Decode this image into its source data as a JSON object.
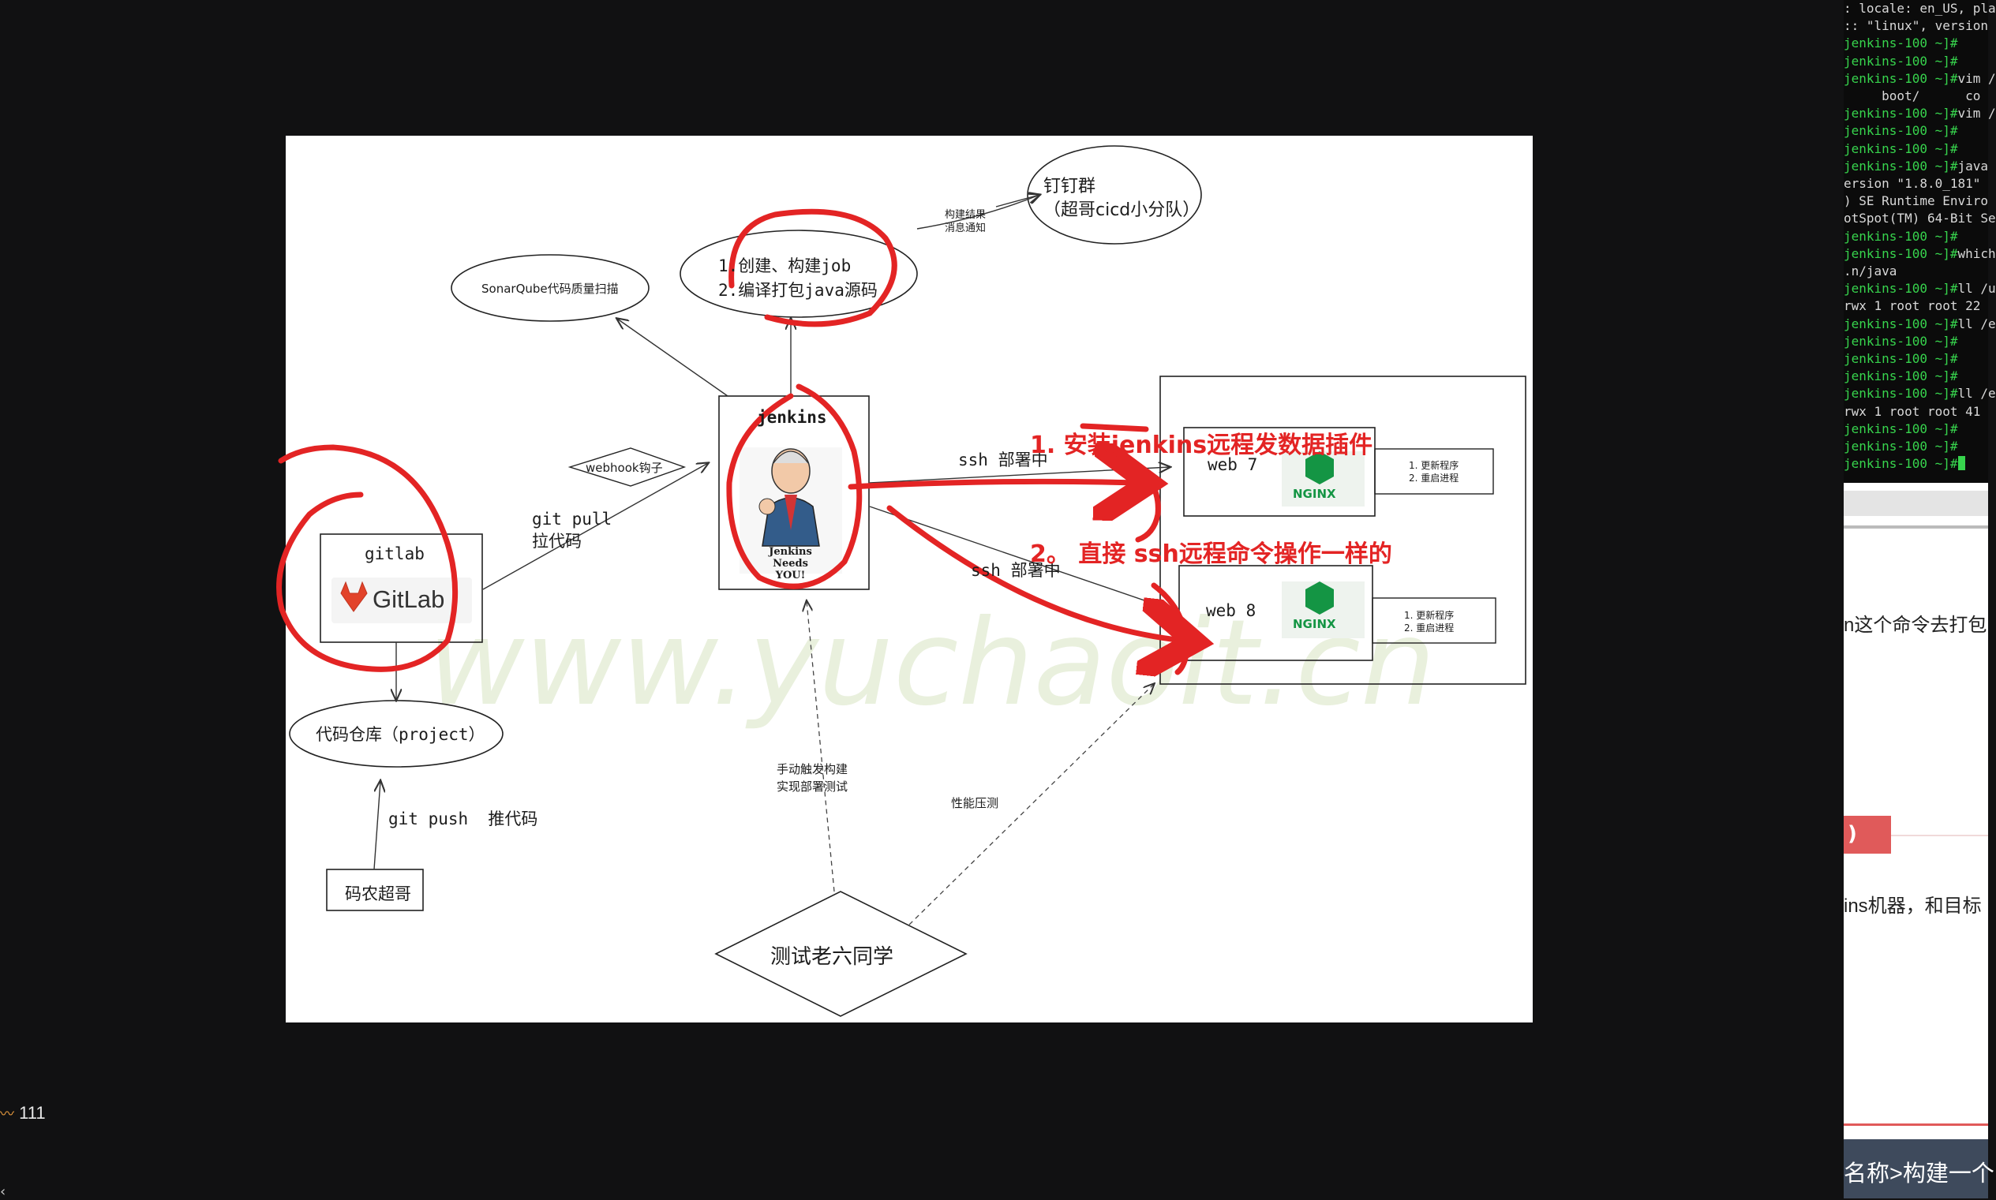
{
  "diagram": {
    "nodes": {
      "dingtalk": {
        "line1": "钉钉群",
        "line2": "（超哥cicd小分队）"
      },
      "build_tasks": {
        "line1": "1.创建、构建job",
        "line2": "2.编译打包java源码"
      },
      "sonarqube": "SonarQube代码质量扫描",
      "jenkins": {
        "title": "jenkins",
        "badge": "Jenkins\nNeeds YOU!"
      },
      "gitlab": {
        "title": "gitlab",
        "logo_text": "GitLab"
      },
      "repo": "代码仓库（project）",
      "developer": "码农超哥",
      "tester": "测试老六同学",
      "web7": {
        "label": "web 7",
        "logo": "NGINX",
        "task1": "1. 更新程序",
        "task2": "2. 重启进程"
      },
      "web8": {
        "label": "web 8",
        "logo": "NGINX",
        "task1": "1. 更新程序",
        "task2": "2. 重启进程"
      }
    },
    "edges": {
      "notify": {
        "line1": "构建结果",
        "line2": "消息通知"
      },
      "webhook": "webhook钩子",
      "git_pull": {
        "line1": "git pull",
        "line2": "拉代码"
      },
      "git_push": "git push  推代码",
      "ssh_deploy_1": "ssh 部署中",
      "ssh_deploy_2": "ssh 部署中",
      "manual_trigger": {
        "line1": "手动触发构建",
        "line2": "实现部署测试"
      },
      "load_test": "性能压测"
    },
    "annotation": {
      "line1": "1. 安装jenkins远程发数据插件",
      "line2": "2。 直接 ssh远程命令操作一样的"
    },
    "watermark": "www.yuchaoit.cn",
    "colors": {
      "annotation_red": "#e32424",
      "nginx_green": "#149544",
      "gitlab_orange": "#e2432a"
    }
  },
  "terminal": {
    "lines": [
      {
        "prompt": "",
        "text": ": locale: en_US, pla"
      },
      {
        "prompt": "",
        "text": ":: \"linux\", version"
      },
      {
        "prompt": "jenkins-100 ~]#",
        "text": ""
      },
      {
        "prompt": "jenkins-100 ~]#",
        "text": ""
      },
      {
        "prompt": "jenkins-100 ~]#",
        "text": "vim /"
      },
      {
        "prompt": "",
        "text": "     boot/      co"
      },
      {
        "prompt": "jenkins-100 ~]#",
        "text": "vim /"
      },
      {
        "prompt": "jenkins-100 ~]#",
        "text": ""
      },
      {
        "prompt": "jenkins-100 ~]#",
        "text": ""
      },
      {
        "prompt": "jenkins-100 ~]#",
        "text": "java"
      },
      {
        "prompt": "",
        "text": "ersion \"1.8.0_181\""
      },
      {
        "prompt": "",
        "text": ") SE Runtime Enviro"
      },
      {
        "prompt": "",
        "text": "otSpot(TM) 64-Bit Se"
      },
      {
        "prompt": "jenkins-100 ~]#",
        "text": ""
      },
      {
        "prompt": "jenkins-100 ~]#",
        "text": "which"
      },
      {
        "prompt": "",
        "text": ".n/java"
      },
      {
        "prompt": "jenkins-100 ~]#",
        "text": "ll /u"
      },
      {
        "prompt": "",
        "text": "rwx 1 root root 22"
      },
      {
        "prompt": "jenkins-100 ~]#",
        "text": "ll /e"
      },
      {
        "prompt": "jenkins-100 ~]#",
        "text": ""
      },
      {
        "prompt": "jenkins-100 ~]#",
        "text": ""
      },
      {
        "prompt": "jenkins-100 ~]#",
        "text": ""
      },
      {
        "prompt": "jenkins-100 ~]#",
        "text": "ll /e"
      },
      {
        "prompt": "",
        "text": "rwx 1 root root 41"
      },
      {
        "prompt": "jenkins-100 ~]#",
        "text": ""
      },
      {
        "prompt": "jenkins-100 ~]#",
        "text": ""
      },
      {
        "prompt": "jenkins-100 ~]#",
        "text": ""
      }
    ]
  },
  "right_doc": {
    "text1": "n这个命令去打包",
    "badge": ")",
    "text2": "ins机器，和目标",
    "footer": "名称>构建一个"
  },
  "status_bar": {
    "count": "111"
  }
}
